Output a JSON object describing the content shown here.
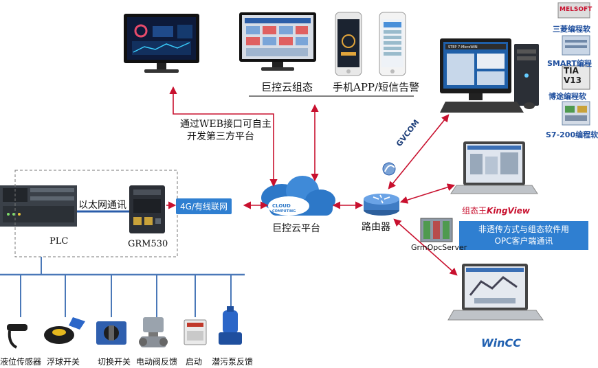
{
  "labels": {
    "cloud_config": "巨控云组态",
    "mobile_app": "手机APP/短信告警",
    "web_api_line1": "通过WEB接口可自主",
    "web_api_line2": "开发第三方平台",
    "cloud_platform": "巨控云平台",
    "cloud_text_1": "CLOUD",
    "cloud_text_2": "COMPUTING",
    "network_4g": "4G/有线联网",
    "ethernet": "以太网通讯",
    "plc": "PLC",
    "grm530": "GRM530",
    "router": "路由器",
    "gvcom": "GVCOM",
    "opc_line1": "非透传方式与组态软件用",
    "opc_line2": "OPC客户端通讯",
    "grm_opc_server": "GrmOpcServer",
    "kingview_prefix": "组态王",
    "kingview": "KingView",
    "wincc": "WinCC",
    "melsoft": "MELSOFT",
    "mitsubishi": "三菱编程软",
    "smart": "SMART编程",
    "tia_1": "TIA",
    "tia_2": "V13",
    "botu": "博途编程软",
    "s7200": "S7-200编程软",
    "microwin": "STEP 7-MicroWIN"
  },
  "sensors": [
    {
      "name": "液位传感器"
    },
    {
      "name": "浮球开关"
    },
    {
      "name": "切换开关"
    },
    {
      "name": "电动阀反馈"
    },
    {
      "name": "启动"
    },
    {
      "name": "潜污泵反馈"
    }
  ],
  "colors": {
    "arrow_red": "#c8102e",
    "accent_blue": "#2f7fd1",
    "device_dark": "#2b2f36"
  }
}
